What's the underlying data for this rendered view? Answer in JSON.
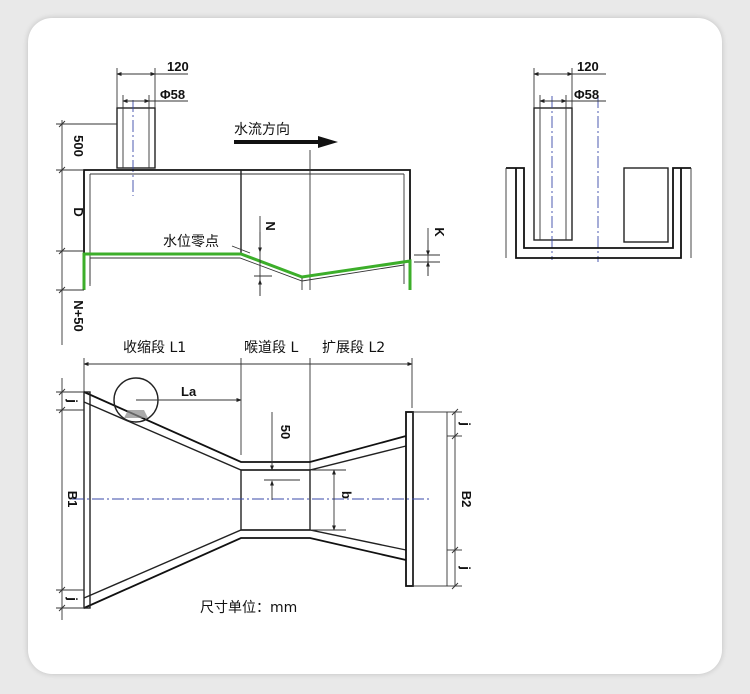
{
  "labels": {
    "flow_direction": "水流方向",
    "water_zero": "水位零点",
    "contraction": "收缩段 L1",
    "throat": "喉道段 L",
    "expansion": "扩展段 L2",
    "unit_note": "尺寸单位：mm"
  },
  "dims": {
    "width_120_left": "120",
    "phi58_left": "Φ58",
    "width_120_right": "120",
    "phi58_right": "Φ58",
    "h500": "500",
    "D": "D",
    "N_plus_50": "N+50",
    "N": "N",
    "K": "K",
    "La": "La",
    "d50": "50",
    "j_top_left": "j",
    "j_bot_left": "j",
    "j_top_right": "j",
    "j_bot_right": "j",
    "B1": "B1",
    "B2": "B2",
    "b": "b"
  },
  "colors": {
    "line": "#222222",
    "centerline": "#3a4aa8",
    "water_zero_line": "#3cae2a"
  }
}
